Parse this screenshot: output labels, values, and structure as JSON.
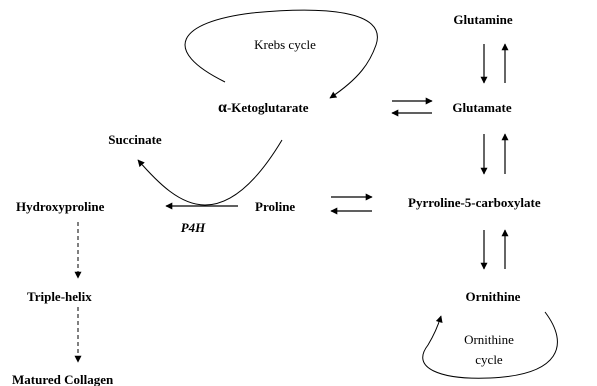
{
  "nodes": {
    "glutamine": "Glutamine",
    "glutamate": "Glutamate",
    "alpha_symbol": "α",
    "ketoglutarate": "-Ketoglutarate",
    "succinate": "Succinate",
    "hydroxyproline": "Hydroxyproline",
    "proline": "Proline",
    "p5c": "Pyrroline-5-carboxylate",
    "ornithine": "Ornithine",
    "triple_helix": "Triple-helix",
    "matured_collagen": "Matured Collagen"
  },
  "labels": {
    "krebs_cycle": "Krebs cycle",
    "ornithine_cycle_line1": "Ornithine",
    "ornithine_cycle_line2": "cycle",
    "enzyme_p4h": "P4H"
  },
  "colors": {
    "ink": "#000000",
    "background": "#ffffff"
  }
}
